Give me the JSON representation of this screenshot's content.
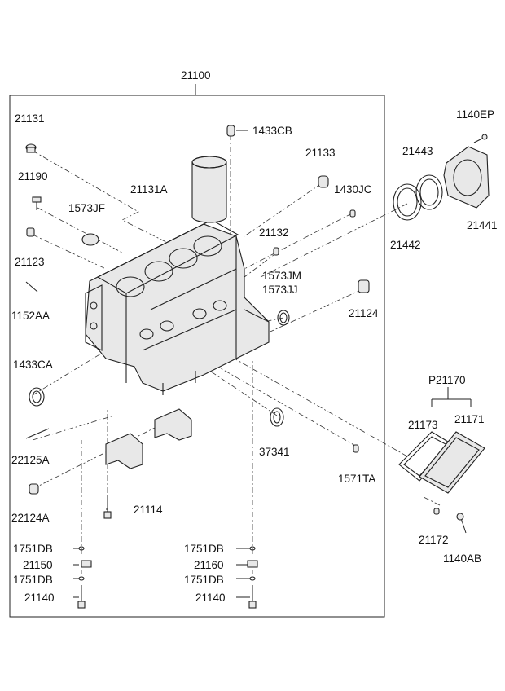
{
  "labels": {
    "l21100": "21100",
    "l21131": "21131",
    "l1433CB": "1433CB",
    "l21133": "21133",
    "l1140EP": "1140EP",
    "l21443": "21443",
    "l21190": "21190",
    "l21131A": "21131A",
    "l1430JC": "1430JC",
    "l1573JF": "1573JF",
    "l21132": "21132",
    "l21441": "21441",
    "l21123": "21123",
    "l21442": "21442",
    "l1573JM": "1573JM",
    "l1573JJ": "1573JJ",
    "l1152AA": "1152AA",
    "l21124": "21124",
    "l1433CA": "1433CA",
    "lP21170": "P21170",
    "l21173": "21173",
    "l21171": "21171",
    "l37341": "37341",
    "l22125A": "22125A",
    "l1571TA": "1571TA",
    "l22124A": "22124A",
    "l21114": "21114",
    "l21172": "21172",
    "l1751DB_a": "1751DB",
    "l1751DB_b": "1751DB",
    "l21150": "21150",
    "l21160": "21160",
    "l1140AB": "1140AB",
    "l1751DB_c": "1751DB",
    "l1751DB_d": "1751DB",
    "l21140_a": "21140",
    "l21140_b": "21140"
  }
}
